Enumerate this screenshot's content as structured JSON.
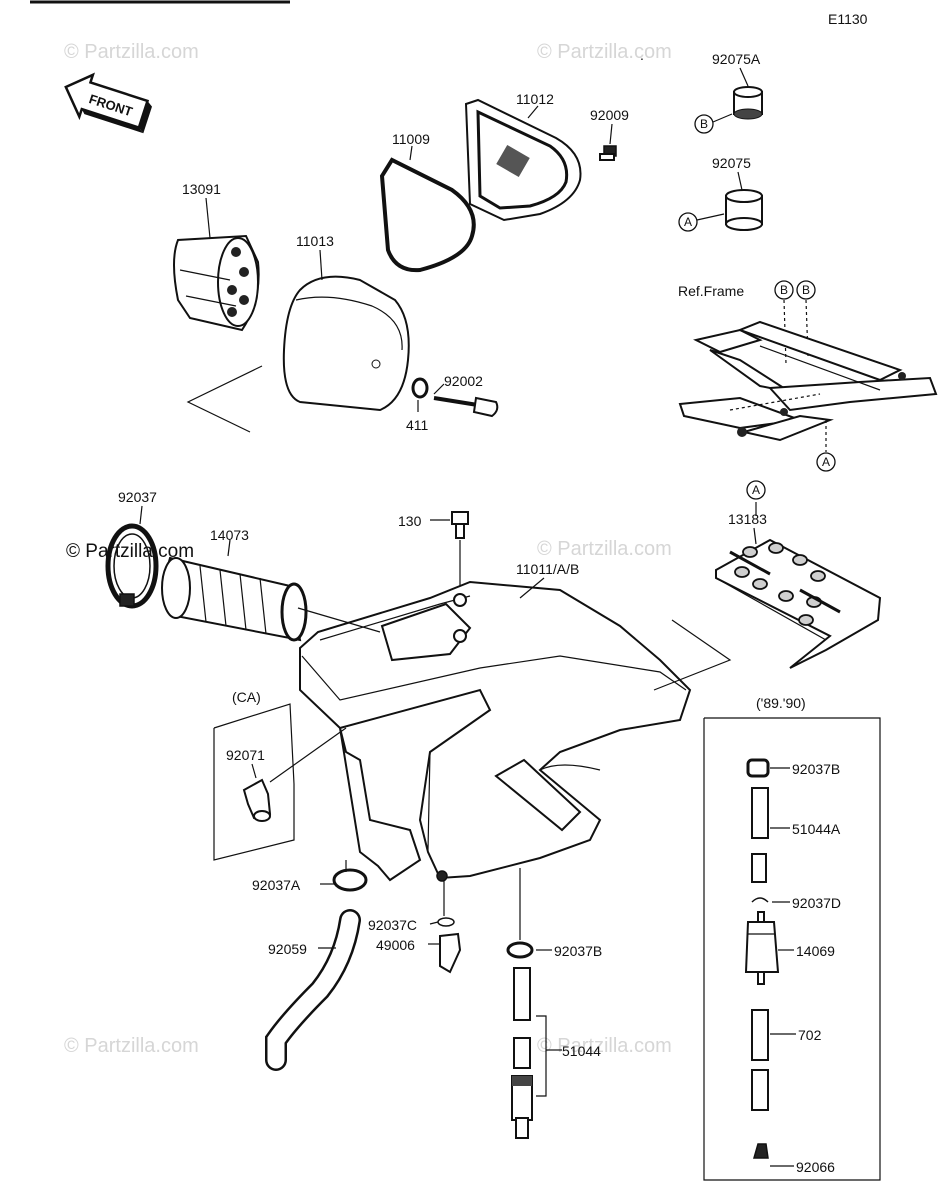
{
  "diagram_code": "E1130",
  "front_arrow_label": "FRONT",
  "watermark": "© Partzilla.com",
  "labels": {
    "p92075A": "92075A",
    "p92075": "92075",
    "p11012": "11012",
    "p92009": "92009",
    "p11009": "11009",
    "p13091": "13091",
    "p11013": "11013",
    "p92002": "92002",
    "p411": "411",
    "ref_frame": "Ref.Frame",
    "p92037": "92037",
    "p14073": "14073",
    "p130": "130",
    "p11011": "11011/A/B",
    "p13183": "13183",
    "ca": "(CA)",
    "p92071": "92071",
    "years": "('89.'90)",
    "p92037B_top": "92037B",
    "p51044A": "51044A",
    "p92037D": "92037D",
    "p14069": "14069",
    "p702": "702",
    "p92066": "92066",
    "p92037A": "92037A",
    "p92037C": "92037C",
    "p49006": "49006",
    "p92059": "92059",
    "p92037B": "92037B",
    "p51044": "51044"
  },
  "callouts": {
    "a": "A",
    "b": "B"
  }
}
